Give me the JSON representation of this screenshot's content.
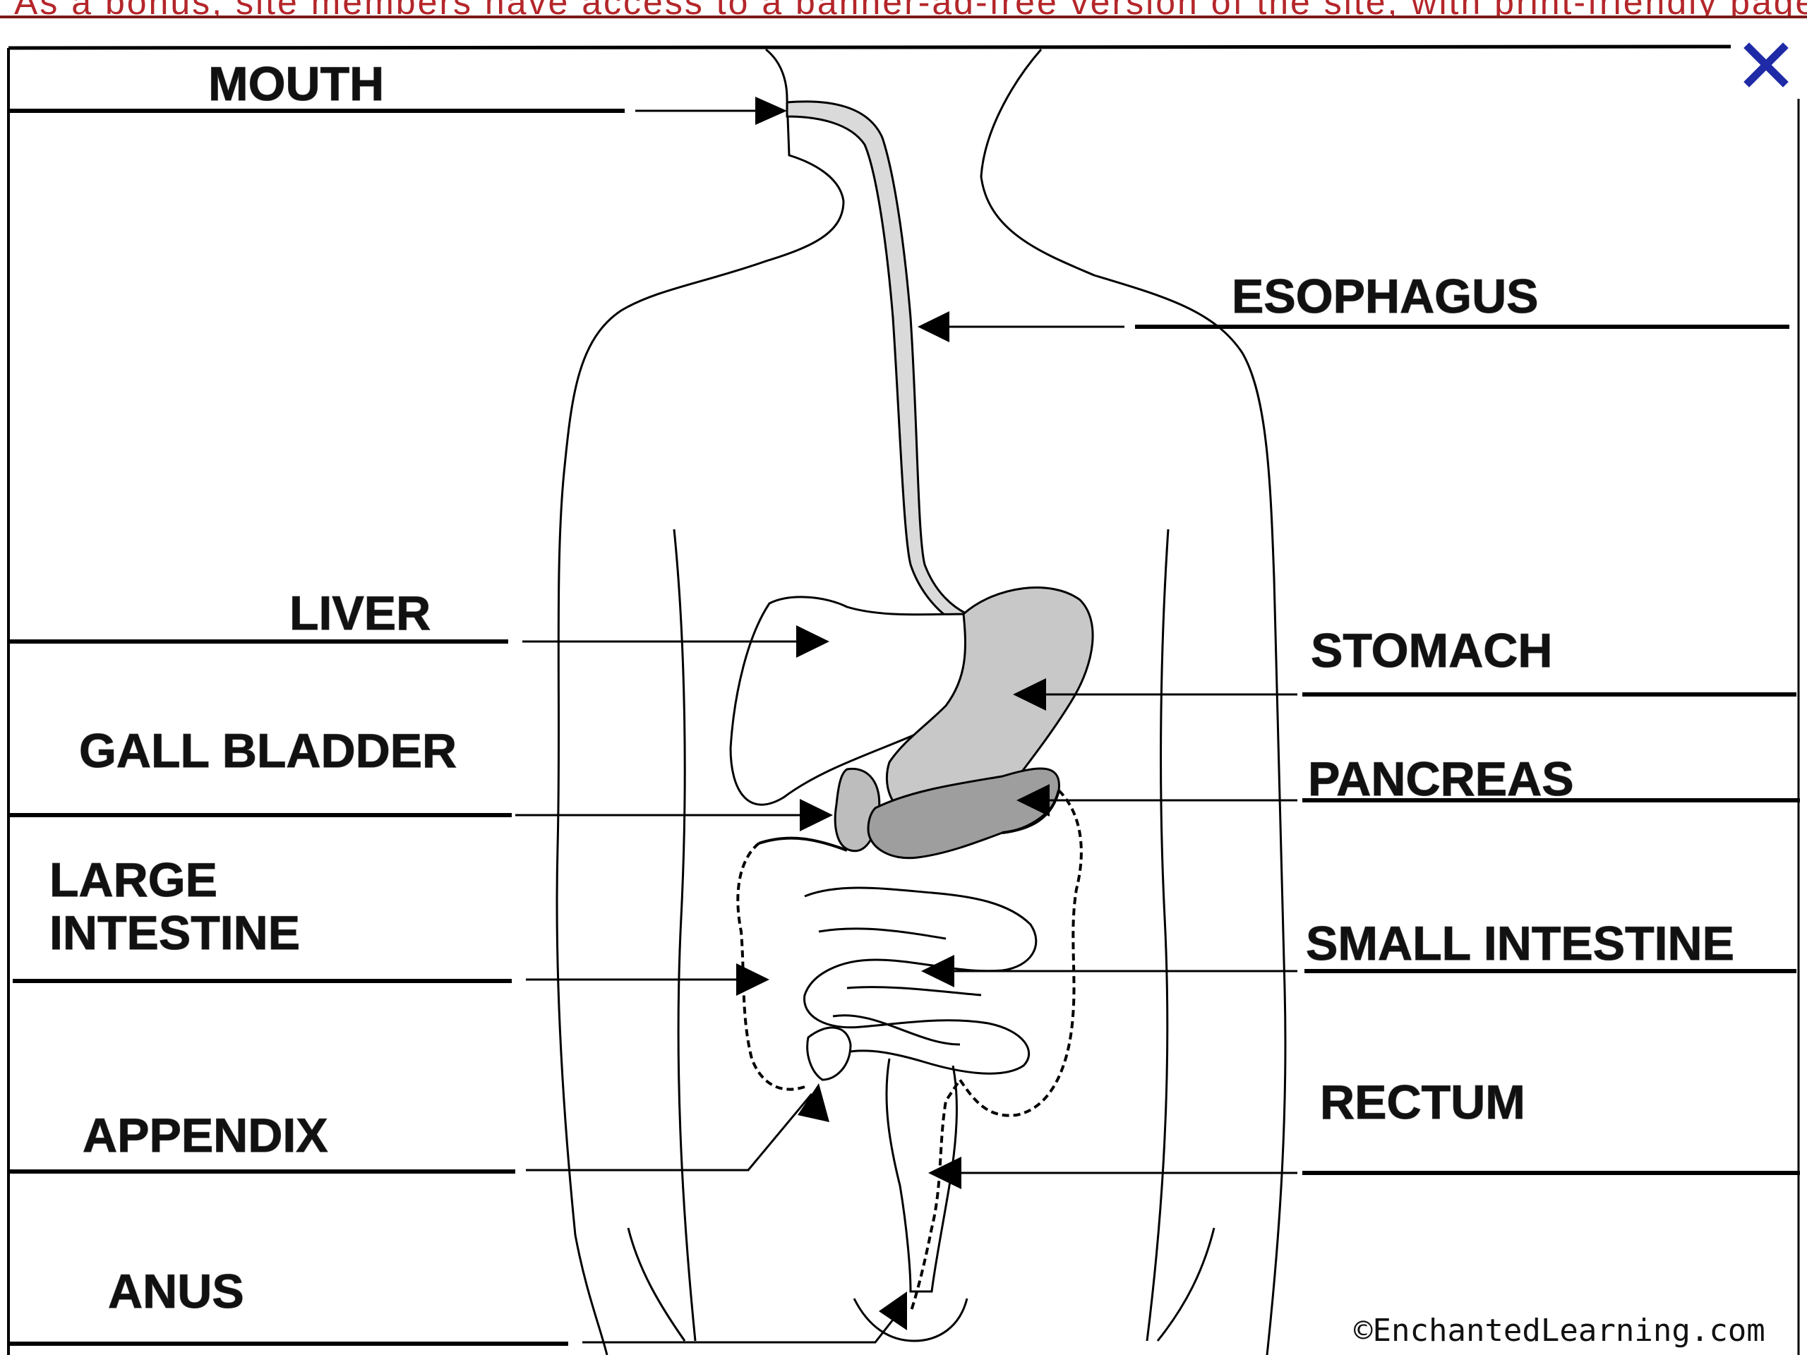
{
  "banner": {
    "text": "As a bonus, site members have access to a banner-ad-free version of the site, with print-friendly pages."
  },
  "close_icon": "close-icon",
  "labels": {
    "mouth": "MOUTH",
    "esophagus": "ESOPHAGUS",
    "liver": "LIVER",
    "stomach": "STOMACH",
    "gall_bladder": "GALL BLADDER",
    "pancreas": "PANCREAS",
    "large_intestine_1": "LARGE",
    "large_intestine_2": "INTESTINE",
    "small_intestine": "SMALL INTESTINE",
    "appendix": "APPENDIX",
    "rectum": "RECTUM",
    "anus": "ANUS"
  },
  "copyright": "©EnchantedLearning.com",
  "colors": {
    "banner_text": "#b4262a",
    "close": "#1f2aa6",
    "organ_light": "#dadada",
    "organ_mid": "#bdbdbd",
    "organ_dark": "#9e9e9e"
  }
}
